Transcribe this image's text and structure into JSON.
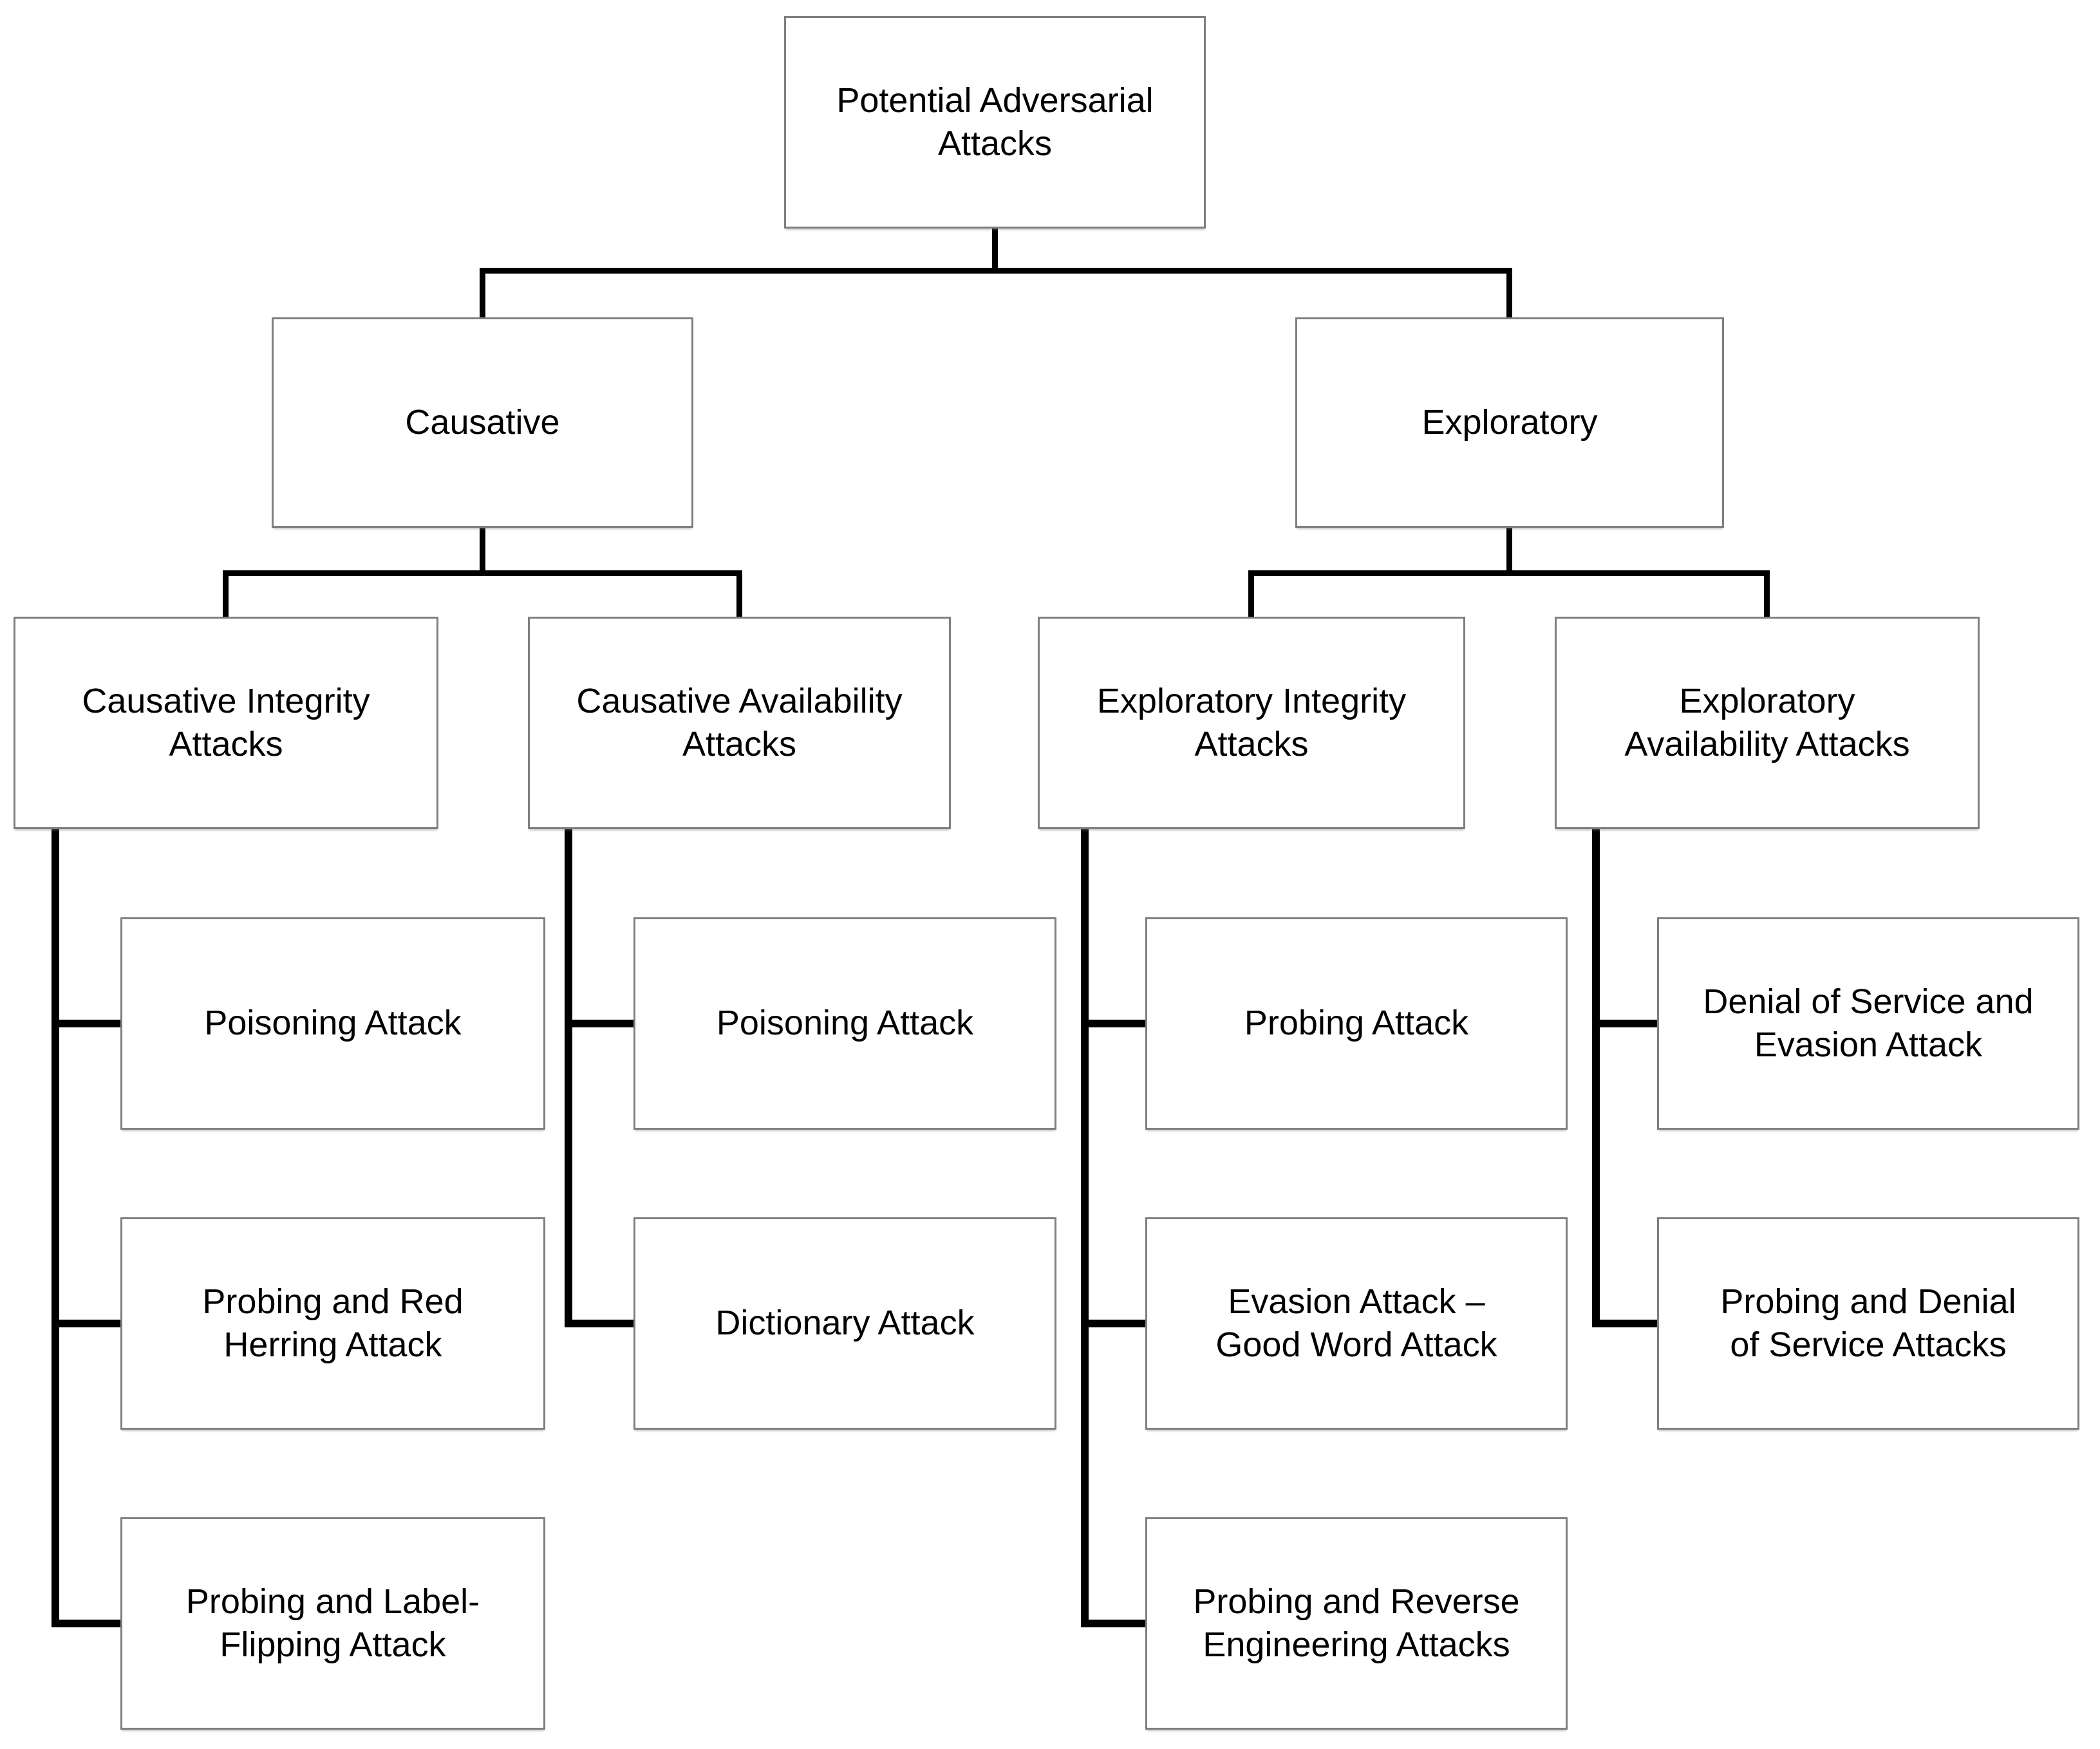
{
  "diagram_type": "hierarchy-tree",
  "colors": {
    "background": "#ffffff",
    "box_fill": "#ffffff",
    "box_border": "#7f7f7f",
    "connector": "#000000",
    "text": "#000000"
  },
  "tree": {
    "root": {
      "label": "Potential Adversarial\nAttacks"
    },
    "branches": [
      {
        "label": "Causative",
        "children": [
          {
            "label": "Causative Integrity\nAttacks",
            "leaves": [
              "Poisoning Attack",
              "Probing and Red\nHerring Attack",
              "Probing and Label-\nFlipping Attack"
            ]
          },
          {
            "label": "Causative Availability\nAttacks",
            "leaves": [
              "Poisoning Attack",
              "Dictionary Attack"
            ]
          }
        ]
      },
      {
        "label": "Exploratory",
        "children": [
          {
            "label": "Exploratory Integrity\nAttacks",
            "leaves": [
              "Probing Attack",
              "Evasion Attack –\nGood Word Attack",
              "Probing and Reverse\nEngineering Attacks"
            ]
          },
          {
            "label": "Exploratory\nAvailability Attacks",
            "leaves": [
              "Denial of Service and\nEvasion Attack",
              "Probing and Denial\nof Service Attacks"
            ]
          }
        ]
      }
    ]
  }
}
